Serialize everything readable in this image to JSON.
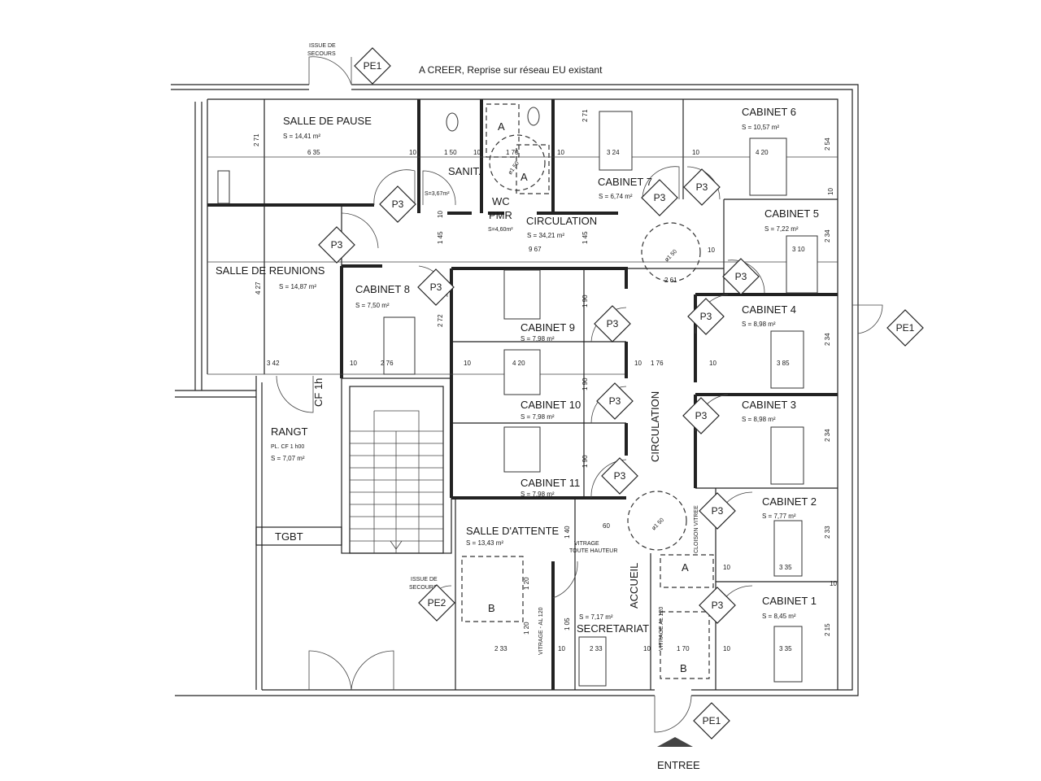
{
  "note": "A CREER, Reprise sur réseau EU existant",
  "emergency_exit": [
    "ISSUE DE",
    "SECOURS"
  ],
  "entrance": "ENTREE",
  "rooms": {
    "salle_pause": {
      "name": "SALLE DE PAUSE",
      "area": "S = 14,41 m²"
    },
    "sanit": {
      "name": "SANIT.",
      "area": "S=3,67m²"
    },
    "wc": {
      "name1": "WC",
      "name2": "PMR",
      "area": "S=4,60m²"
    },
    "circulation": {
      "name": "CIRCULATION",
      "area": "S = 34,21 m²"
    },
    "cabinet7": {
      "name": "CABINET 7",
      "area": "S = 6,74 m²"
    },
    "cabinet6": {
      "name": "CABINET 6",
      "area": "S = 10,57 m²"
    },
    "cabinet5": {
      "name": "CABINET 5",
      "area": "S = 7,22 m²"
    },
    "salle_reunions": {
      "name": "SALLE DE  REUNIONS",
      "area": "S = 14,87 m²"
    },
    "cabinet8": {
      "name": "CABINET 8",
      "area": "S = 7,50 m²"
    },
    "cabinet9": {
      "name": "CABINET 9",
      "area": "S = 7,98 m²"
    },
    "cabinet10": {
      "name": "CABINET 10",
      "area": "S = 7,98 m²"
    },
    "cabinet11": {
      "name": "CABINET 11",
      "area": "S = 7,98 m²"
    },
    "cabinet4": {
      "name": "CABINET 4",
      "area": "S = 8,98 m²"
    },
    "cabinet3": {
      "name": "CABINET 3",
      "area": "S = 8,98 m²"
    },
    "cabinet2": {
      "name": "CABINET 2",
      "area": "S = 7,77 m²"
    },
    "cabinet1": {
      "name": "CABINET 1",
      "area": "S = 8,45 m²"
    },
    "rangt": {
      "name": "RANGT",
      "sub": "PL. CF 1 h00",
      "area": "S = 7,07 m²"
    },
    "salle_attente": {
      "name": "SALLE D'ATTENTE",
      "area": "S = 13,43 m²"
    },
    "secretariat": {
      "name": "SECRETARIAT",
      "area": "S = 7,17 m²"
    },
    "accueil": {
      "name": "ACCUEIL"
    },
    "circulation_v": {
      "name": "CIRCULATION"
    },
    "tgbt": {
      "name": "TGBT"
    }
  },
  "labels": {
    "cf": "CF 1h",
    "vitrage_top": [
      "VITRAGE",
      "TOUTE HAUTEUR"
    ],
    "vitrage_side": "VITRAGE - AL 120",
    "vitrage_side2": "VITRAGE AL 120",
    "cloison": "CLOISON VITREE",
    "turn_diameter": "ø1 50",
    "zone_a": "A",
    "zone_b": "B"
  },
  "door_tags": [
    "PE1",
    "PE1",
    "PE1",
    "PE2",
    "P3",
    "P3",
    "P3",
    "P3",
    "P3",
    "P3",
    "P3",
    "P3",
    "P3",
    "P3",
    "P3",
    "P3",
    "P3"
  ],
  "dimensions": [
    "2 71",
    "6 35",
    "10",
    "1 50",
    "10",
    "1 70",
    "10",
    "3 24",
    "2 71",
    "10",
    "4 20",
    "2 54",
    "10",
    "1 45",
    "9 67",
    "1 45",
    "10",
    "3 10",
    "2 34",
    "2 61",
    "4 27",
    "3 42",
    "10",
    "2 76",
    "2 72",
    "10",
    "4 20",
    "1 90",
    "10",
    "1 76",
    "10",
    "3 85",
    "2 34",
    "2 34",
    "1 90",
    "1 90",
    "60",
    "1 40",
    "2 33",
    "1 05",
    "10",
    "2 33",
    "10",
    "1 70",
    "10",
    "3 35",
    "3 35",
    "2 33",
    "2 15",
    "10",
    "10",
    "10",
    "1 20",
    "1 20"
  ]
}
